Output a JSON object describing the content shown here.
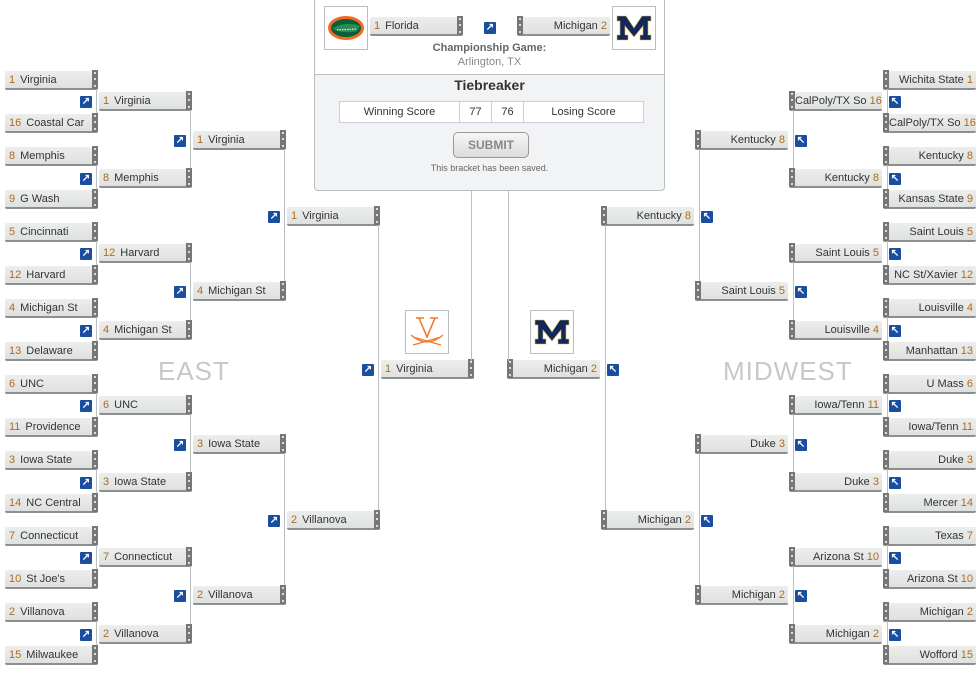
{
  "championship": {
    "left_team": {
      "seed": "1",
      "name": "Florida",
      "logo": "florida-gators-logo"
    },
    "right_team": {
      "seed": "2",
      "name": "Michigan",
      "logo": "michigan-m-logo"
    },
    "title": "Championship Game:",
    "location": "Arlington, TX"
  },
  "tiebreaker": {
    "title": "Tiebreaker",
    "winning_label": "Winning Score",
    "winning_value": "77",
    "losing_value": "76",
    "losing_label": "Losing Score",
    "submit_label": "SUBMIT",
    "status": "This bracket has been saved."
  },
  "final_four": {
    "left": {
      "seed": "1",
      "name": "Virginia",
      "logo": "virginia-logo"
    },
    "right": {
      "seed": "2",
      "name": "Michigan",
      "logo": "michigan-m-logo"
    }
  },
  "regions": {
    "east": {
      "label": "EAST",
      "rounds": [
        [
          {
            "seed": "1",
            "name": "Virginia"
          },
          {
            "seed": "16",
            "name": "Coastal Car"
          },
          {
            "seed": "8",
            "name": "Memphis"
          },
          {
            "seed": "9",
            "name": "G Wash"
          },
          {
            "seed": "5",
            "name": "Cincinnati"
          },
          {
            "seed": "12",
            "name": "Harvard"
          },
          {
            "seed": "4",
            "name": "Michigan St"
          },
          {
            "seed": "13",
            "name": "Delaware"
          },
          {
            "seed": "6",
            "name": "UNC"
          },
          {
            "seed": "11",
            "name": "Providence"
          },
          {
            "seed": "3",
            "name": "Iowa State"
          },
          {
            "seed": "14",
            "name": "NC Central"
          },
          {
            "seed": "7",
            "name": "Connecticut"
          },
          {
            "seed": "10",
            "name": "St Joe's"
          },
          {
            "seed": "2",
            "name": "Villanova"
          },
          {
            "seed": "15",
            "name": "Milwaukee"
          }
        ],
        [
          {
            "seed": "1",
            "name": "Virginia"
          },
          {
            "seed": "8",
            "name": "Memphis"
          },
          {
            "seed": "12",
            "name": "Harvard"
          },
          {
            "seed": "4",
            "name": "Michigan St"
          },
          {
            "seed": "6",
            "name": "UNC"
          },
          {
            "seed": "3",
            "name": "Iowa State"
          },
          {
            "seed": "7",
            "name": "Connecticut"
          },
          {
            "seed": "2",
            "name": "Villanova"
          }
        ],
        [
          {
            "seed": "1",
            "name": "Virginia"
          },
          {
            "seed": "4",
            "name": "Michigan St"
          },
          {
            "seed": "3",
            "name": "Iowa State"
          },
          {
            "seed": "2",
            "name": "Villanova"
          }
        ],
        [
          {
            "seed": "1",
            "name": "Virginia"
          },
          {
            "seed": "2",
            "name": "Villanova"
          }
        ]
      ]
    },
    "midwest": {
      "label": "MIDWEST",
      "rounds": [
        [
          {
            "seed": "1",
            "name": "Wichita State"
          },
          {
            "seed": "16",
            "name": "CalPoly/TX So"
          },
          {
            "seed": "8",
            "name": "Kentucky"
          },
          {
            "seed": "9",
            "name": "Kansas State"
          },
          {
            "seed": "5",
            "name": "Saint Louis"
          },
          {
            "seed": "12",
            "name": "NC St/Xavier"
          },
          {
            "seed": "4",
            "name": "Louisville"
          },
          {
            "seed": "13",
            "name": "Manhattan"
          },
          {
            "seed": "6",
            "name": "U Mass"
          },
          {
            "seed": "11",
            "name": "Iowa/Tenn"
          },
          {
            "seed": "3",
            "name": "Duke"
          },
          {
            "seed": "14",
            "name": "Mercer"
          },
          {
            "seed": "7",
            "name": "Texas"
          },
          {
            "seed": "10",
            "name": "Arizona St"
          },
          {
            "seed": "2",
            "name": "Michigan"
          },
          {
            "seed": "15",
            "name": "Wofford"
          }
        ],
        [
          {
            "seed": "16",
            "name": "CalPoly/TX So"
          },
          {
            "seed": "8",
            "name": "Kentucky"
          },
          {
            "seed": "5",
            "name": "Saint Louis"
          },
          {
            "seed": "4",
            "name": "Louisville"
          },
          {
            "seed": "11",
            "name": "Iowa/Tenn"
          },
          {
            "seed": "3",
            "name": "Duke"
          },
          {
            "seed": "10",
            "name": "Arizona St"
          },
          {
            "seed": "2",
            "name": "Michigan"
          }
        ],
        [
          {
            "seed": "8",
            "name": "Kentucky"
          },
          {
            "seed": "5",
            "name": "Saint Louis"
          },
          {
            "seed": "3",
            "name": "Duke"
          },
          {
            "seed": "2",
            "name": "Michigan"
          }
        ],
        [
          {
            "seed": "8",
            "name": "Kentucky"
          },
          {
            "seed": "2",
            "name": "Michigan"
          }
        ]
      ]
    }
  },
  "colors": {
    "arrow": "#1a4ea0",
    "seed": "#b06a1a",
    "michigan_blue": "#13275a",
    "michigan_maize": "#d9b84a",
    "virginia_orange": "#f07a2e"
  }
}
